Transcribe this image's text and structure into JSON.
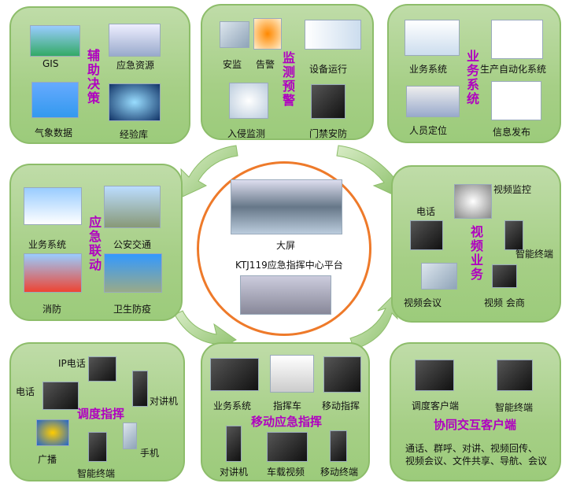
{
  "panels": {
    "aux": {
      "title": "辅助决策",
      "items": [
        "GIS",
        "应急资源",
        "气象数据",
        "经验库"
      ]
    },
    "monitor": {
      "title": "监测预警",
      "items": [
        "安监",
        "告警",
        "设备运行",
        "入侵监测",
        "门禁安防"
      ]
    },
    "business": {
      "title": "业务系统",
      "items": [
        "业务系统",
        "生产自动化系统",
        "人员定位",
        "信息发布"
      ]
    },
    "linkage": {
      "title": "应急联动",
      "items": [
        "业务系统",
        "公安交通",
        "消防",
        "卫生防疫"
      ]
    },
    "video": {
      "title": "视频业务",
      "items": [
        "电话",
        "视频监控",
        "智能终端",
        "视频会议",
        "视频 会商"
      ]
    },
    "dispatch": {
      "title": "调度指挥",
      "items": [
        "IP电话",
        "电话",
        "对讲机",
        "广播",
        "手机",
        "智能终端"
      ]
    },
    "mobile": {
      "title": "移动应急指挥",
      "items": [
        "业务系统",
        "指挥车",
        "移动指挥",
        "对讲机",
        "车载视频",
        "移动终端"
      ]
    },
    "client": {
      "title": "协同交互客户端",
      "items": [
        "调度客户端",
        "智能终端"
      ],
      "desc": [
        "通话、群呼、对讲、视频回传、",
        "视频会议、文件共享、导航、会议"
      ]
    }
  },
  "center": {
    "screen_label": "大屏",
    "platform_label": "KTJ119应急指挥中心平台"
  },
  "colors": {
    "accent": "#b000c0",
    "panel": "#a6cf86",
    "ring": "#ee7a2a"
  }
}
